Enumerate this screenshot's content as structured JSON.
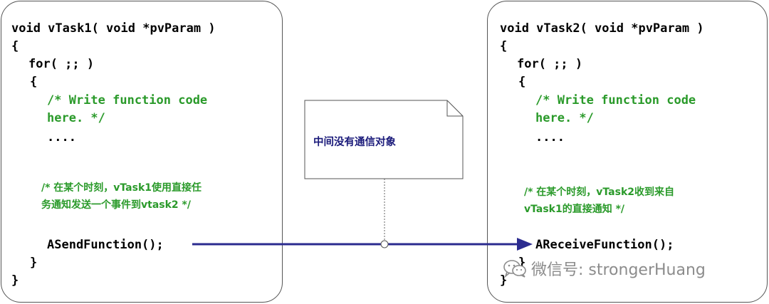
{
  "task1": {
    "header": "void vTask1( void *pvParam )",
    "open_brace": "{",
    "for_line": "for( ;; )",
    "for_open": "{",
    "code_comment_1": "/* Write function code",
    "code_comment_2": "here. */",
    "ellipsis": "....",
    "note_line_1": "/* 在某个时刻，vTask1使用直接任",
    "note_line_2": "务通知发送一个事件到vtask2 */",
    "call": "ASendFunction();",
    "for_close": "}",
    "close_brace": "}"
  },
  "task2": {
    "header": "void vTask2( void *pvParam )",
    "open_brace": "{",
    "for_line": "for( ;; )",
    "for_open": "{",
    "code_comment_1": "/* Write function code",
    "code_comment_2": "here. */",
    "ellipsis": "....",
    "note_line_1": "/* 在某个时刻，vTask2收到来自",
    "note_line_2": "vTask1的直接通知 */",
    "call": "AReceiveFunction();",
    "for_close": "}",
    "close_brace": "}"
  },
  "note": {
    "text": "中间没有通信对象"
  },
  "watermark": {
    "text": "微信号: strongerHuang"
  },
  "colors": {
    "code": "#000000",
    "comment": "#2a9a2a",
    "arrow": "#2b2b8f",
    "note_text": "#1a1a7a",
    "border": "#555555"
  }
}
